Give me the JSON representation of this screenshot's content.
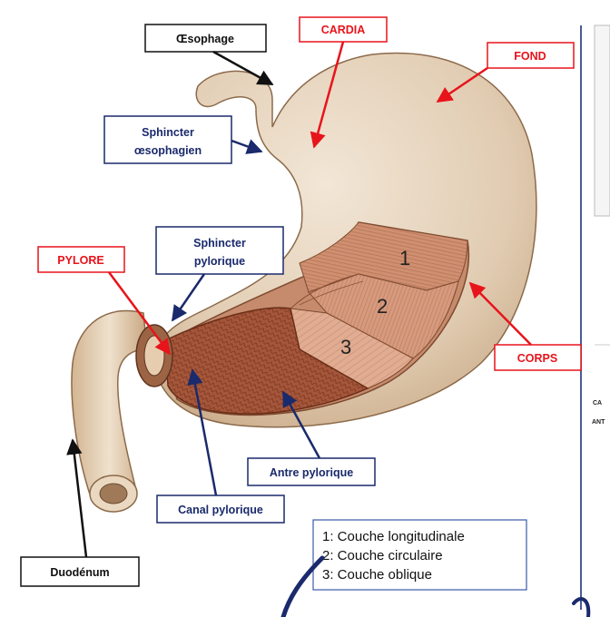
{
  "labels": {
    "oesophage": "Œsophage",
    "cardia": "CARDIA",
    "fond": "FOND",
    "sphincter_oeso_1": "Sphincter",
    "sphincter_oeso_2": "œsophagien",
    "sphincter_pyl_1": "Sphincter",
    "sphincter_pyl_2": "pylorique",
    "pylore": "PYLORE",
    "corps": "CORPS",
    "antre": "Antre pylorique",
    "canal": "Canal pylorique",
    "duodenum": "Duodénum"
  },
  "layers": {
    "n1": "1",
    "n2": "2",
    "n3": "3"
  },
  "legend": {
    "line1": "1: Couche longitudinale",
    "line2": "2: Couche circulaire",
    "line3": "3: Couche oblique"
  },
  "edge_text": {
    "t1": "CA",
    "t2": "ANT"
  },
  "colors": {
    "red": "#e8141b",
    "navy": "#1a2a6c",
    "black": "#111111",
    "stomach": "#dcc6ab",
    "muscle": "#c98868"
  }
}
